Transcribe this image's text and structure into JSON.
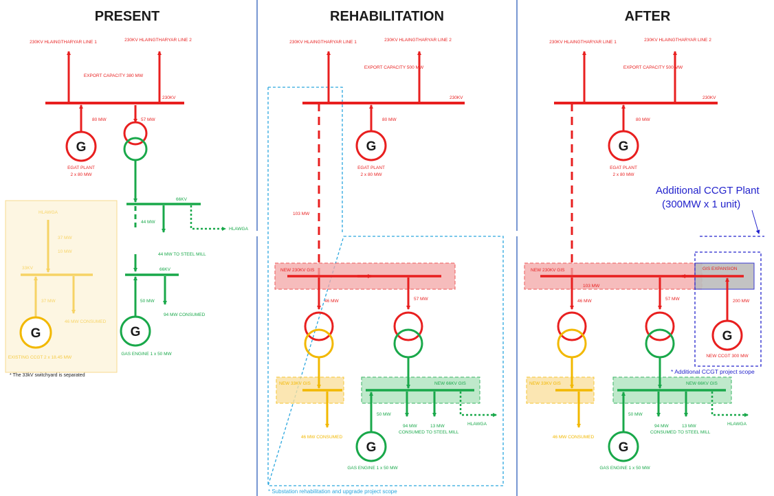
{
  "titles": {
    "present": "PRESENT",
    "rehabilitation": "REHABILITATION",
    "after": "AFTER"
  },
  "present": {
    "line1": "230KV HLAINGTHARYAR LINE 1",
    "line2": "230KV HLAINGTHARYAR LINE 2",
    "export": "EXPORT CAPACITY 380 MW",
    "bus230": "230KV",
    "flow80": "80 MW",
    "flow57": "57 MW",
    "egat_name": "EGAT PLANT",
    "egat_units": "2 x 80 MW",
    "bus66_top": "66KV",
    "flow44": "44 MW",
    "hlawga_right": "HLAWGA",
    "steel": "44 MW TO STEEL MILL",
    "bus66_bottom": "66KV",
    "flow50": "50 MW",
    "consumed94": "94 MW CONSUMED",
    "gas_engine": "GAS ENGINE 1 x 50 MW",
    "hlawga_yellow": "HLAWGA",
    "y_flow_top": "37 MW",
    "y_flow_mid": "10 MW",
    "bus33": "33KV",
    "flow37": "37 MW",
    "consumed46": "46 MW CONSUMED",
    "ccgt": "EXISTING CCGT 2 x 18.45 MW",
    "note": "* The 33kV switchyard is separated"
  },
  "rehab": {
    "line1": "230KV HLAINGTHARYAR LINE 1",
    "line2": "230KV HLAINGTHARYAR LINE 2",
    "export": "EXPORT CAPACITY 500 MW",
    "bus230": "230KV",
    "flow80": "80 MW",
    "egat_name": "EGAT PLANT",
    "egat_units": "2 x 80 MW",
    "flow103": "103 MW",
    "gis230": "NEW 230KV GIS",
    "flow46": "46 MW",
    "flow57": "57 MW",
    "gis33": "NEW 33KV GIS",
    "gis66": "NEW 66KV GIS",
    "flow50": "50 MW",
    "consumed94a": "94 MW",
    "consumed94b": "CONSUMED",
    "steel_a": "13 MW",
    "steel_b": "TO STEEL MILL",
    "hlawga": "HLAWGA",
    "consumed46": "46 MW CONSUMED",
    "gas_engine": "GAS ENGINE 1 x 50 MW",
    "note": "* Substation rehabilitation and upgrade project scope"
  },
  "after": {
    "line1": "230KV HLAINGTHARYAR LINE 1",
    "line2": "230KV HLAINGTHARYAR LINE 2",
    "export": "EXPORT CAPACITY 500 MW",
    "bus230": "230KV",
    "flow80": "80 MW",
    "egat_name": "EGAT PLANT",
    "egat_units": "2 x 80 MW",
    "ann_line1": "Additional CCGT Plant",
    "ann_line2": "(300MW x 1 unit)",
    "gis230": "NEW 230KV GIS",
    "gis_exp": "GIS EXPANSION",
    "flow103": "103 MW",
    "flow46": "46 MW",
    "flow57": "57 MW",
    "flow200": "200 MW",
    "new_ccgt": "NEW CCGT 300 MW",
    "ccgt_note": "* Additional CCGT project scope",
    "gis33": "NEW 33KV GIS",
    "gis66": "NEW 66KV GIS",
    "flow50": "50 MW",
    "consumed94a": "94 MW",
    "consumed94b": "CONSUMED",
    "steel_a": "13 MW",
    "steel_b": "TO STEEL MILL",
    "hlawga": "HLAWGA",
    "consumed46": "46 MW CONSUMED",
    "gas_engine": "GAS ENGINE 1 x 50 MW"
  },
  "generator_symbol": "G",
  "colors": {
    "red": "#e81f1f",
    "green": "#19a84a",
    "yellow": "#f2b800",
    "cyan": "#2aa6de",
    "blue": "#2222cc",
    "divider": "#4a74c4"
  }
}
